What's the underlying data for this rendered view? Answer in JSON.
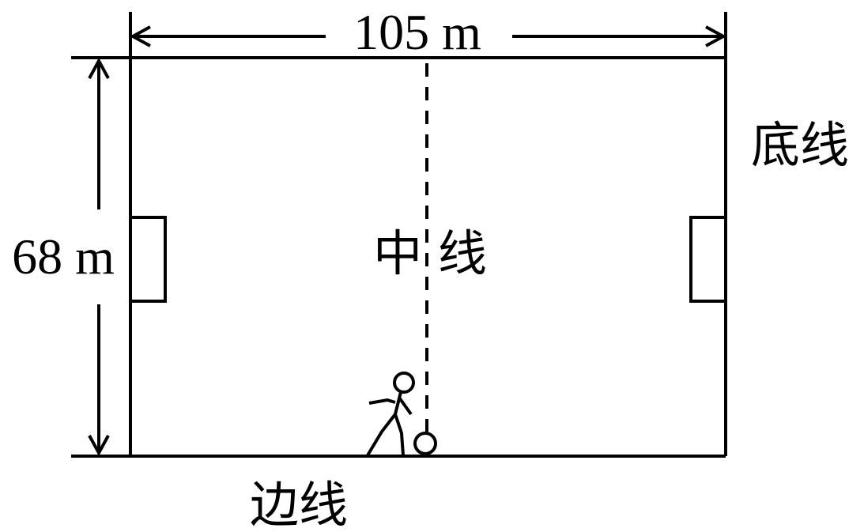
{
  "diagram": {
    "field_length_label": "105 m",
    "field_width_label": "68 m",
    "goal_line_label": "底线",
    "center_line_label": "中 线",
    "touch_line_label": "边线"
  },
  "colors": {
    "line": "#000000",
    "background": "#ffffff"
  },
  "icons": [
    "player-figure-icon",
    "ball-icon"
  ]
}
